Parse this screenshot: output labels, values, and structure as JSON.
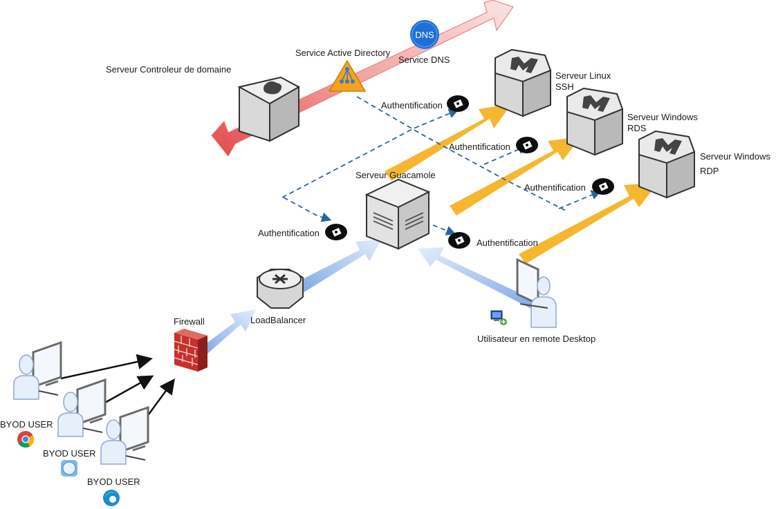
{
  "colors": {
    "auth_line": "#2d6399",
    "gold_arrow": "#f5b730",
    "blue_arrow_light": "#dbe7fb",
    "blue_arrow_dark": "#7fa8e6",
    "ad_band": "#f08a8a",
    "firewall": "#c8302b"
  },
  "labels": {
    "domain_controller": "Serveur Controleur de domaine",
    "active_directory": "Service Active Directory",
    "dns_service": "Service DNS",
    "dns_badge": "DNS",
    "linux_server": "Serveur Linux",
    "linux_proto": "SSH",
    "windows_rds": "Serveur Windows",
    "windows_rds_proto": "RDS",
    "windows_rdp": "Serveur Windows",
    "windows_rdp_proto": "RDP",
    "guacamole": "Serveur Guacamole",
    "loadbalancer": "LoadBalancer",
    "firewall": "Firewall",
    "remote_user": "Utilisateur en remote Desktop",
    "auth_1": "Authentification",
    "auth_2": "Authentification",
    "auth_3": "Authentification",
    "auth_4": "Authentification",
    "auth_5": "Authentification",
    "byod_1": "BYOD USER",
    "byod_2": "BYOD USER",
    "byod_3": "BYOD USER"
  },
  "icons": {
    "lock": "lock-icon",
    "chrome": "chrome-icon",
    "safari": "safari-icon",
    "edge": "edge-icon",
    "remote_desktop": "remote-desktop-icon",
    "dns": "dns-icon",
    "active_directory": "active-directory-icon"
  }
}
